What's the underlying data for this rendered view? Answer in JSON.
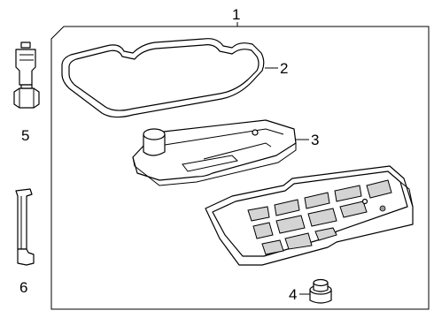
{
  "callouts": {
    "c1": "1",
    "c2": "2",
    "c3": "3",
    "c4": "4",
    "c5": "5",
    "c6": "6"
  },
  "parts": [
    {
      "callout": "1",
      "icon": "transmission-pan-assembly-icon"
    },
    {
      "callout": "2",
      "icon": "pan-gasket-icon"
    },
    {
      "callout": "3",
      "icon": "transmission-filter-icon"
    },
    {
      "callout": "4",
      "icon": "drain-plug-icon"
    },
    {
      "callout": "5",
      "icon": "electrical-connector-icon"
    },
    {
      "callout": "6",
      "icon": "fill-tube-icon"
    }
  ]
}
